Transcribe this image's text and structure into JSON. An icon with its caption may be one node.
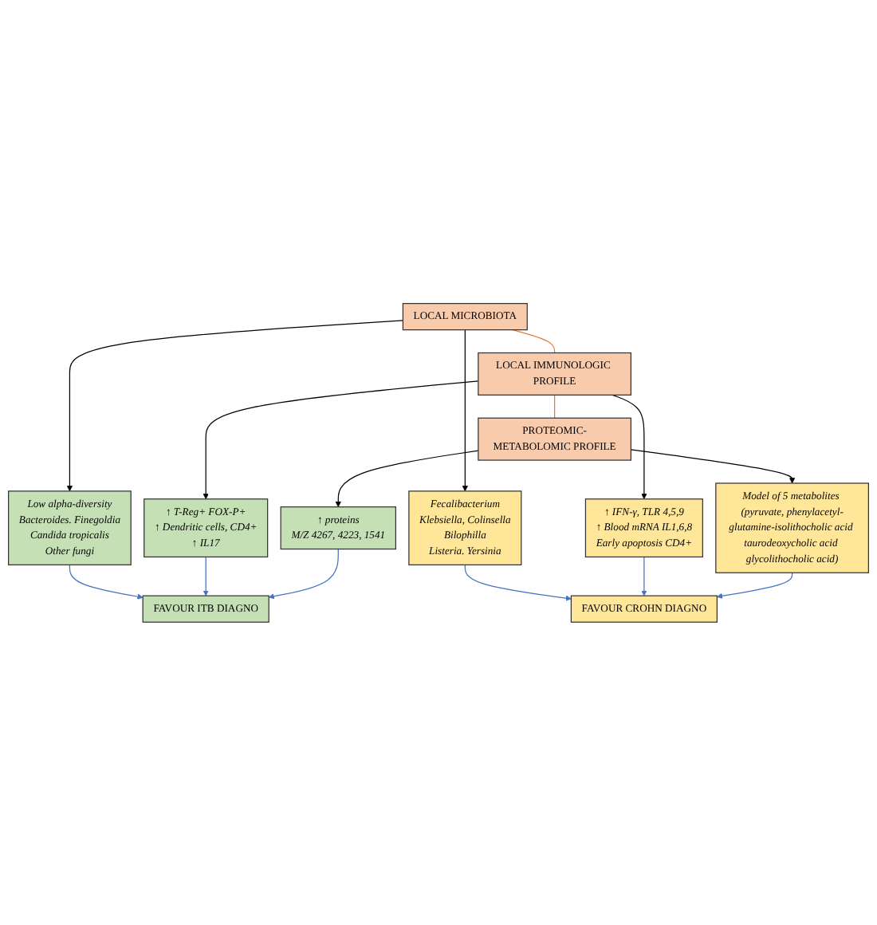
{
  "diagram": {
    "nodes": [
      {
        "text": [
          "FAVOUR ITB DIAGNO"
        ]
      },
      {
        "text": [
          "LOCAL MICROBIOTA"
        ]
      },
      {
        "text": [
          "Low alpha-diversity",
          "Bacteroides. Finegoldia",
          "Candida tropicalis",
          "Other fungi"
        ]
      },
      {
        "text": [
          "Fecalibacterium",
          "Klebsiella, Colinsella",
          "Bilophilla",
          "Listeria. Yersinia"
        ]
      },
      {
        "text": [
          "LOCAL IMMUNOLOGIC PROFILE"
        ]
      },
      {
        "text": [
          "↑ T-Reg+ FOX-P+",
          "↑ Dendritic cells, CD4+",
          "↑ IL17"
        ]
      },
      {
        "text": [
          "↑ IFN-γ, TLR 4,5,9",
          "↑ Blood mRNA IL1,6,8",
          "Early apoptosis CD4+"
        ]
      },
      {
        "text": [
          "PROTEOMIC-METABOLOMIC PROFILE"
        ]
      },
      {
        "text": [
          "↑ proteins",
          "M/Z 4267, 4223, 1541"
        ]
      },
      {
        "text": [
          "Model of 5 metabolites (pyruvate, phenylacetyl-glutamine-isolithocholic acid taurodeoxycholic acid glycolithocholic acid)"
        ]
      },
      {
        "text": [
          "FAVOUR CROHN DIAGNO"
        ]
      }
    ],
    "edges": [
      {
        "from": 1,
        "to": 2,
        "arrow": "to"
      },
      {
        "from": 1,
        "to": 3,
        "arrow": "to"
      },
      {
        "from": 1,
        "to": 4,
        "arrow": "none",
        "color": "#e07b39"
      },
      {
        "from": 2,
        "to": 0,
        "arrow": "to",
        "color": "#4472c4"
      },
      {
        "from": 3,
        "to": 10,
        "arrow": "to",
        "color": "#4472c4"
      },
      {
        "from": 4,
        "to": 5,
        "arrow": "to"
      },
      {
        "from": 4,
        "to": 6,
        "arrow": "to"
      },
      {
        "from": 4,
        "to": 7,
        "arrow": "none",
        "color": "#e07b39"
      },
      {
        "from": 5,
        "to": 0,
        "arrow": "to",
        "color": "#4472c4"
      },
      {
        "from": 6,
        "to": 10,
        "arrow": "to",
        "color": "#4472c4"
      },
      {
        "from": 7,
        "to": 8,
        "arrow": "to"
      },
      {
        "from": 7,
        "to": 9,
        "arrow": "to"
      },
      {
        "from": 8,
        "to": 0,
        "arrow": "to",
        "color": "#4472c4"
      },
      {
        "from": 9,
        "to": 10,
        "arrow": "to",
        "color": "#4472c4"
      }
    ]
  }
}
